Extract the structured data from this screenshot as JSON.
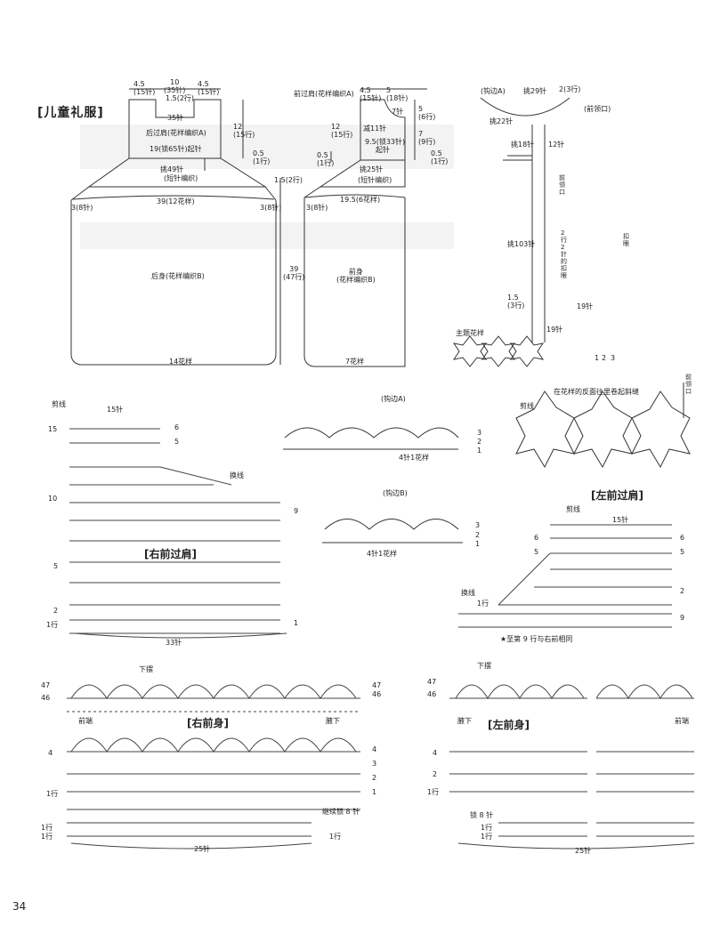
{
  "page_title": "[儿童礼服]",
  "page_number": "34",
  "schematic": {
    "back_top": {
      "w1": "4.5",
      "w1b": "(15针)",
      "w2": "10",
      "w2b": "(35针)",
      "w3": "4.5",
      "w3b": "(15针)"
    },
    "back_neck_rows": "1.5(2行)",
    "back_neck_st": "35针",
    "back_yoke": "后过肩(花样编织A)",
    "back_chain": "19(锁65针)起针",
    "back_pick": "挑49针",
    "short_row": "(短针编织)",
    "yoke_h1": "12",
    "yoke_h1b": "(15行)",
    "yoke_h2": "0.5",
    "yoke_h2b": "(1行)",
    "front_yoke": "前过肩(花样编织A)",
    "fy_w1": "4.5",
    "fy_w1b": "(15针)",
    "fy_w2": "5",
    "fy_w2b": "(18针)",
    "fy_dec": "减11针",
    "fy_7": "7针",
    "fy_chain": "9.5(锁33针)",
    "fy_start": "起针",
    "fy_r1": "5",
    "fy_r1b": "(6行)",
    "fy_r2": "7",
    "fy_r2b": "(9行)",
    "front_pick": "挑25针",
    "side_rows": "1.5(2行)",
    "back_width": "39(12花样)",
    "front_width": "19.5(6花样)",
    "arm1": "3(8针)",
    "arm2": "3(8针)",
    "arm3": "3(8针)",
    "body_len": "39",
    "body_len_b": "(47行)",
    "back_body": "后身(花样编织B)",
    "front_body": "前身",
    "front_body_b": "(花样编织B)",
    "back_hem": "14花样",
    "front_hem": "7花样"
  },
  "neck_chart": {
    "edge_a": "(钩边A)",
    "pick29": "挑29针",
    "rows3": "2(3行)",
    "pick22": "挑22针",
    "pick18": "挑18针",
    "st12": "12针",
    "front_neck": "前领口",
    "pick103": "挑103针",
    "rows2": "2行",
    "buttonhole": "2针的扣眼",
    "rows15": "1.5",
    "rows15b": "(3行)",
    "st19": "19针",
    "motif": "主题花样",
    "front_neck2": "(前领口)",
    "button_loop": "扣眼",
    "st19b": "19针",
    "r1": "1",
    "r2": "2",
    "r3": "3"
  },
  "edging": {
    "edge_a": "(钩边A)",
    "edge_a_repeat": "4针1花样",
    "edge_b": "(钩边B)",
    "edge_b_repeat": "4针1花样",
    "row1": "1",
    "row2": "2",
    "row3": "3",
    "flower_note": "在花样的反面往里卷起斜缝",
    "front_neck": "前领口",
    "cut": "剪线"
  },
  "right_yoke": {
    "title": "[右前过肩]",
    "cut": "剪线",
    "st15": "15针",
    "join": "换线",
    "st33": "33针",
    "rows": [
      "15",
      "6",
      "5",
      "10",
      "9",
      "5",
      "2",
      "1行",
      "1"
    ]
  },
  "left_yoke": {
    "title": "[左前过肩]",
    "cut": "剪线",
    "st15": "15针",
    "join": "换线",
    "note": "★至第 9 行与右前相同",
    "rows": [
      "6",
      "6",
      "5",
      "5",
      "2",
      "1行",
      "9"
    ]
  },
  "right_front": {
    "title": "[右前身]",
    "hem": "下摆",
    "front_edge": "前端",
    "side": "腋下",
    "chain": "继续锁 8 针",
    "st25": "25针",
    "rows": [
      "47",
      "46",
      "47",
      "46",
      "4",
      "4",
      "3",
      "2",
      "1行",
      "1",
      "1行",
      "1行",
      "1行"
    ]
  },
  "left_front": {
    "title": "[左前身]",
    "hem": "下摆",
    "front_edge": "前端",
    "side": "腋下",
    "chain": "锁 8 针",
    "st25": "25针",
    "rows": [
      "47",
      "46",
      "4",
      "2",
      "1行",
      "1行",
      "1行"
    ]
  }
}
